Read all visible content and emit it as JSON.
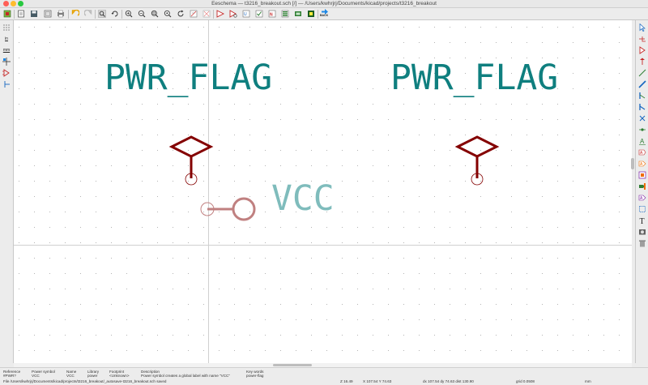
{
  "window": {
    "title": "Eeschema — t3216_breakout.sch [/] — /Users/kwhrjrj/Documents/kicad/projects/t3216_breakout"
  },
  "toolbar": {
    "icons": [
      "new-sheet-icon",
      "open-icon",
      "save-icon",
      "page-settings-icon",
      "print-icon",
      "plot-icon",
      "undo-icon",
      "redo-icon",
      "find-icon",
      "find-replace-icon",
      "zoom-in-icon",
      "zoom-out-icon",
      "zoom-fit-icon",
      "zoom-selection-icon",
      "redraw-icon",
      "hierarchy-navigator-icon",
      "leave-sheet-icon",
      "library-editor-icon",
      "library-browser-icon",
      "annotate-icon",
      "erc-icon",
      "netlist-icon",
      "bom-icon",
      "assign-footprints-icon",
      "pcbnew-icon",
      "back-icon"
    ],
    "back_label": "BACK"
  },
  "left_toolbar": {
    "items": [
      "grid-toggle",
      "in",
      "mm",
      "cursor-shape",
      "hidden-pins",
      "bus-orientation"
    ],
    "in_label": "in",
    "mm_label": "mm"
  },
  "right_toolbar": {
    "icons": [
      "select-arrow-icon",
      "highlight-net-icon",
      "add-component-icon",
      "add-power-icon",
      "add-wire-icon",
      "add-bus-icon",
      "wire-bus-entry-icon",
      "bus-bus-entry-icon",
      "no-connect-icon",
      "junction-icon",
      "net-label-icon",
      "global-label-icon",
      "hierarchical-label-icon",
      "hierarchical-sheet-icon",
      "import-sheet-pin-icon",
      "hierarchical-pin-icon",
      "graphic-line-icon",
      "text-icon",
      "image-icon",
      "delete-icon"
    ]
  },
  "schematic": {
    "pwr_flag_left": "PWR_FLAG",
    "pwr_flag_right": "PWR_FLAG",
    "vcc": "VCC"
  },
  "status": {
    "reference_header": "Reference",
    "reference_value": "#PWR?",
    "power_header": "Power symbol",
    "power_value": "VCC",
    "name_header": "Name",
    "name_value": "VCC",
    "library_header": "Library",
    "library_value": "power",
    "footprint_header": "Footprint",
    "footprint_value": "<Unknown>",
    "description_header": "Description",
    "description_value": "Power symbol creates a global label with name \"VCC\"",
    "keywords_header": "Key words",
    "keywords_value": "power-flag",
    "file_message": "File /Users/kwhrjrj/Documents/kicad/projects/t3216_breakout/_autosave-t3216_breakout.sch saved",
    "zoom": "Z 16.49",
    "xy": "X 107.54  Y 74.63",
    "delta": "dx 107.54  dy 74.63  dist 130.90",
    "grid": "grid 0.0508",
    "units": "mm"
  },
  "colors": {
    "label_teal": "#0f7f7f",
    "vcc_teal_light": "#7fbcbc",
    "symbol_red": "#840000",
    "vcc_symbol_pink": "#c08080",
    "background": "#ffffff"
  }
}
